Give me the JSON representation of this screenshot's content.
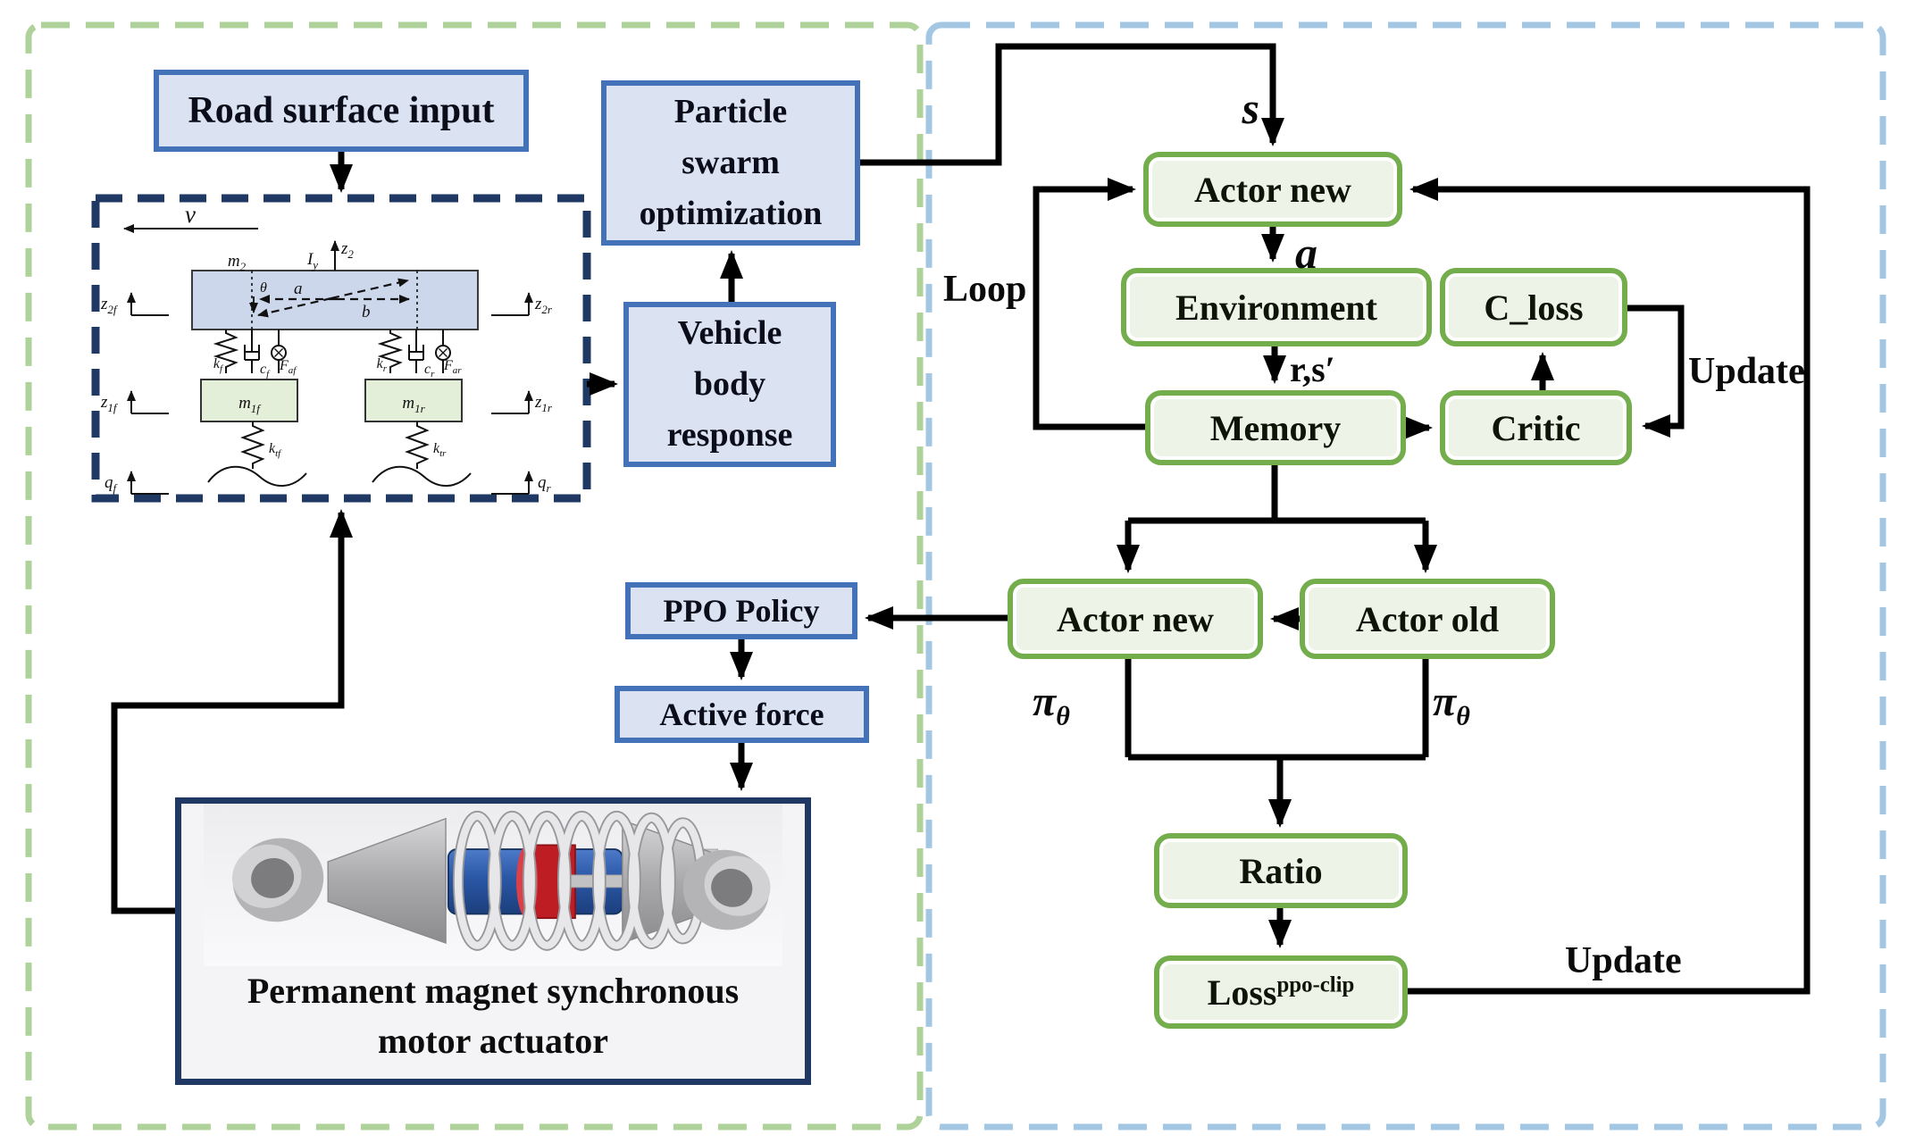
{
  "title": "PPO-based active suspension control framework diagram",
  "colors": {
    "left_panel_dash": "#aed29a",
    "right_panel_dash": "#a3c6e3",
    "blue_box_fill": "#dbe3f3",
    "blue_box_border": "#4472b9",
    "green_box_fill": "#eef3e8",
    "green_box_border": "#74ad4c",
    "model_dash_border": "#1f3864",
    "line_color": "#000000",
    "car_body_fill": "#cdd7ec",
    "wheel_mass_fill": "#e4efda",
    "actuator_blue": "#2a57a5",
    "actuator_red": "#bf1d24"
  },
  "left": {
    "road_surface_input": "Road surface input",
    "pso": {
      "l1": "Particle",
      "l2": "swarm",
      "l3": "optimization"
    },
    "vbr": {
      "l1": "Vehicle",
      "l2": "body",
      "l3": "response"
    },
    "ppo_policy": "PPO Policy",
    "active_force": "Active force",
    "motor_caption": {
      "l1": "Permanent magnet synchronous",
      "l2": "motor actuator"
    },
    "vm": {
      "v": "v",
      "m2": {
        "main": "m",
        "sub": "2"
      },
      "Iy": {
        "main": "I",
        "sub": "y"
      },
      "z2": {
        "main": "z",
        "sub": "2"
      },
      "theta": "θ",
      "a": "a",
      "b": "b",
      "z2f": {
        "main": "z",
        "sub": "2f"
      },
      "z2r": {
        "main": "z",
        "sub": "2r"
      },
      "z1f": {
        "main": "z",
        "sub": "1f"
      },
      "z1r": {
        "main": "z",
        "sub": "1r"
      },
      "qf": {
        "main": "q",
        "sub": "f"
      },
      "qr": {
        "main": "q",
        "sub": "r"
      },
      "kf": {
        "main": "k",
        "sub": "f"
      },
      "cf": {
        "main": "c",
        "sub": "f"
      },
      "Faf": {
        "main": "F",
        "sub": "af"
      },
      "kr": {
        "main": "k",
        "sub": "r"
      },
      "cr": {
        "main": "c",
        "sub": "r"
      },
      "Far": {
        "main": "F",
        "sub": "ar"
      },
      "m1f": {
        "main": "m",
        "sub": "1f"
      },
      "m1r": {
        "main": "m",
        "sub": "1r"
      },
      "ktf": {
        "main": "k",
        "sub": "tf"
      },
      "ktr": {
        "main": "k",
        "sub": "tr"
      }
    }
  },
  "right": {
    "actor_new_top": "Actor new",
    "environment": "Environment",
    "c_loss": "C_loss",
    "memory": "Memory",
    "critic": "Critic",
    "actor_new_bottom": "Actor new",
    "actor_old": "Actor old",
    "ratio": "Ratio",
    "loss": {
      "main": "Loss",
      "sup": "ppo-clip"
    },
    "labels": {
      "s": "s",
      "a": "a",
      "rs": "r,s′",
      "loop": "Loop",
      "update_right": "Update",
      "update_bottom": "Update",
      "pi": {
        "main": "π",
        "sub": "θ"
      }
    }
  }
}
